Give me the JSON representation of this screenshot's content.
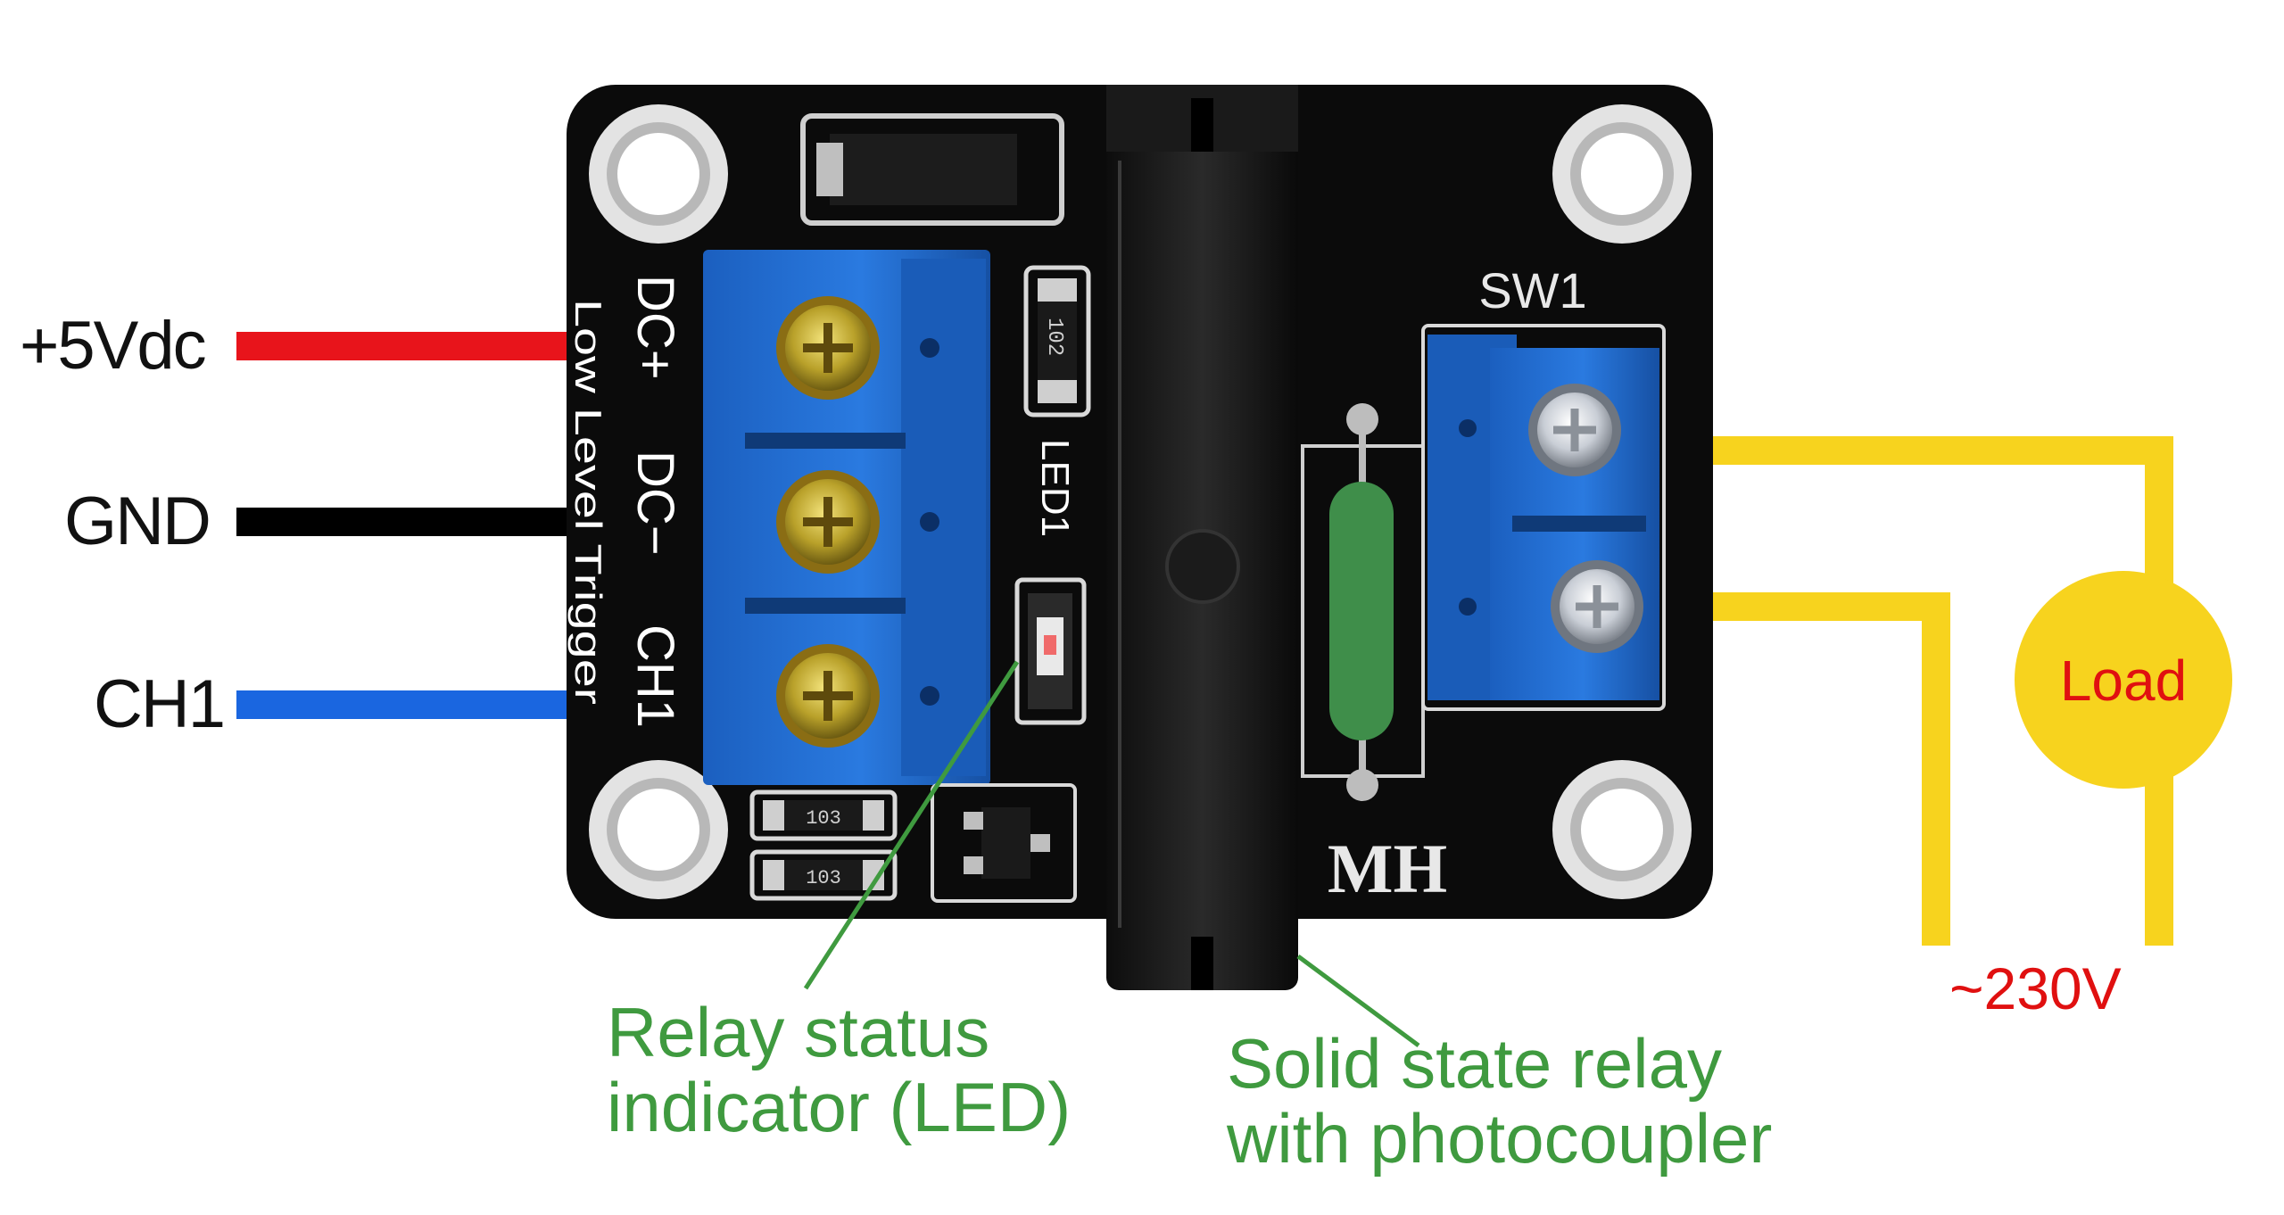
{
  "inputs": [
    {
      "label": "+5Vdc",
      "wire_color": "#e8141b"
    },
    {
      "label": "GND",
      "wire_color": "#000000"
    },
    {
      "label": "CH1",
      "wire_color": "#1a66e0"
    }
  ],
  "board": {
    "input_terminals": [
      "DC+",
      "DC−",
      "CH1"
    ],
    "trigger_text": "Low Level Trigger",
    "led_label": "LED1",
    "switch_label": "SW1",
    "resistor_code": "103",
    "smd_code": "102",
    "maker_mark": "MH"
  },
  "load": {
    "label": "Load",
    "circle_color": "#f7d31e",
    "text_color": "#e01010"
  },
  "ac_source": {
    "label": "~230V",
    "color": "#e01010"
  },
  "wire_ac_color": "#f7d31e",
  "callouts": {
    "led": {
      "line1": "Relay status",
      "line2": "indicator (LED)"
    },
    "ssr": {
      "line1": "Solid state relay",
      "line2": "with photocoupler"
    }
  },
  "callout_color": "#3f9a3f"
}
